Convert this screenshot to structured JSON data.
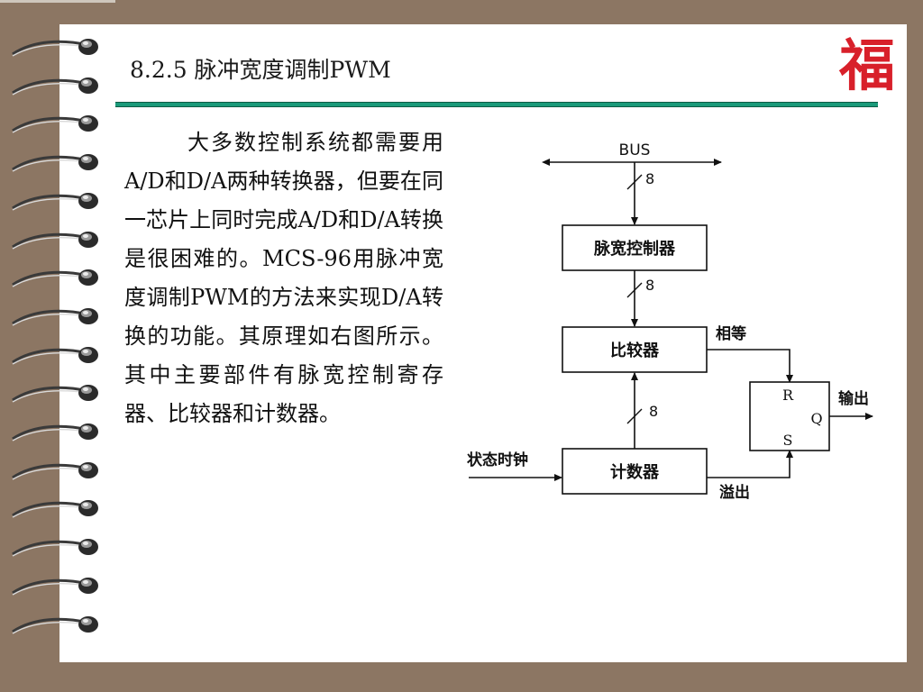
{
  "slide": {
    "title": "8.2.5  脉冲宽度调制PWM",
    "logo_char": "福",
    "body": "大多数控制系统都需要用A/D和D/A两种转换器，但要在同一芯片上同时完成A/D和D/A转换是很困难的。MCS-96用脉冲宽度调制PWM的方法来实现D/A转换的功能。其原理如右图所示。其中主要部件有脉宽控制寄存器、比较器和计数器。"
  },
  "diagram": {
    "bus_label": "BUS",
    "bus_width": "8",
    "pwm_controller": "脉宽控制器",
    "controller_width": "8",
    "comparator": "比较器",
    "equal_label": "相等",
    "counter_width": "8",
    "counter": "计数器",
    "clock_label": "状态时钟",
    "overflow_label": "溢出",
    "ff_r": "R",
    "ff_s": "S",
    "ff_q": "Q",
    "output_label": "输出"
  },
  "colors": {
    "background": "#8c7663",
    "rule": "#1a9a7a",
    "logo": "#d8202a"
  },
  "icons": [
    "spiral-binding-ring-icon",
    "fu-character-logo"
  ]
}
